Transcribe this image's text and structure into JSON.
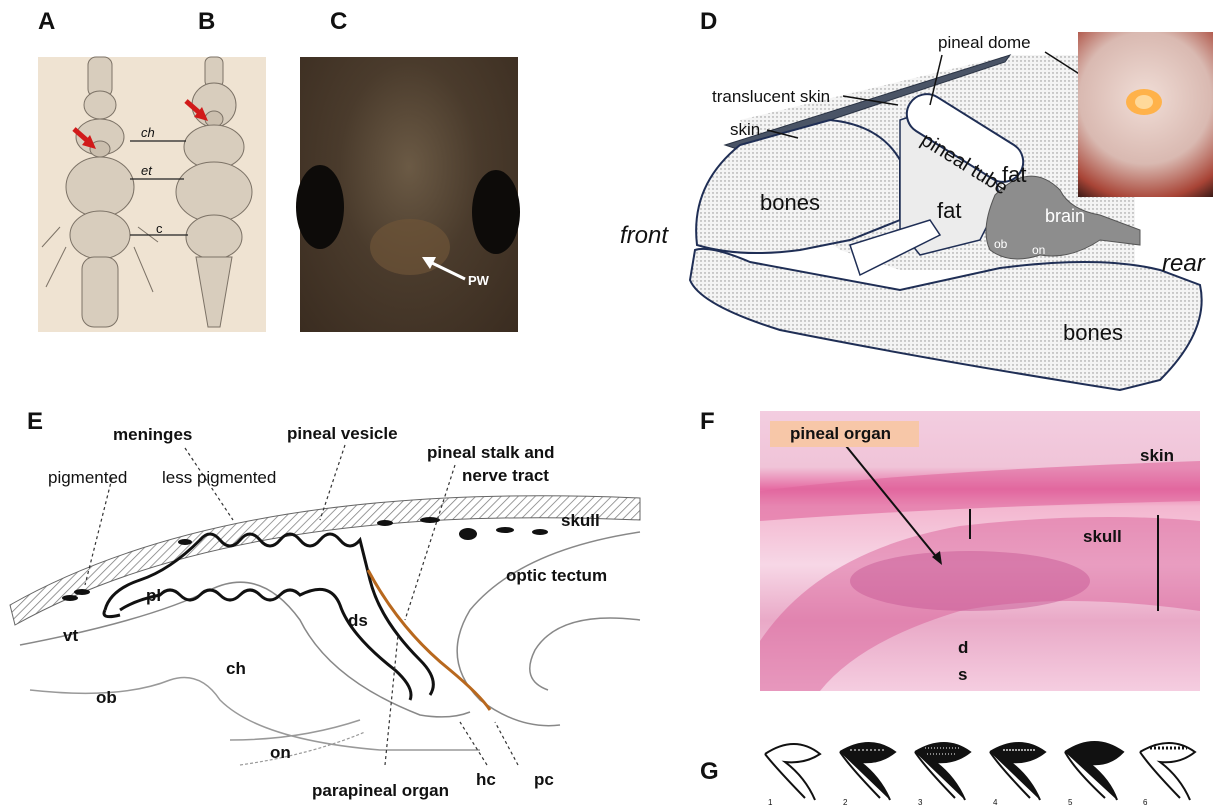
{
  "panels": {
    "A": "A",
    "B": "B",
    "C": "C",
    "D": "D",
    "E": "E",
    "F": "F",
    "G": "G"
  },
  "panel_ab": {
    "labels": [
      "ch",
      "et",
      "c"
    ]
  },
  "panel_c": {
    "labels": [
      "PW"
    ]
  },
  "panel_d": {
    "labels": {
      "pineal_dome": "pineal dome",
      "translucent_skin": "translucent skin",
      "skin": "skin",
      "pineal_tube": "pineal tube",
      "fat_top": "fat",
      "fat_mid": "fat",
      "bones_left": "bones",
      "brain": "brain",
      "ob": "ob",
      "on": "on",
      "front": "front",
      "rear": "rear",
      "bones_bottom": "bones"
    }
  },
  "panel_e": {
    "labels": {
      "meninges": "meninges",
      "pigmented": "pigmented",
      "less_pigmented": "less pigmented",
      "pineal_vesicle": "pineal vesicle",
      "pineal_stalk_1": "pineal stalk and",
      "pineal_stalk_2": "nerve tract",
      "skull": "skull",
      "optic_tectum": "optic tectum",
      "pl": "pl",
      "vt": "vt",
      "ds": "ds",
      "ch": "ch",
      "ob": "ob",
      "on": "on",
      "parapineal": "parapineal organ",
      "hc": "hc",
      "pc": "pc"
    }
  },
  "panel_f": {
    "labels": {
      "pineal_organ": "pineal organ",
      "skin": "skin",
      "skull": "skull",
      "d": "d",
      "s": "s"
    }
  },
  "panel_g": {
    "numbers": [
      "1",
      "2",
      "3",
      "4",
      "5",
      "6"
    ]
  }
}
